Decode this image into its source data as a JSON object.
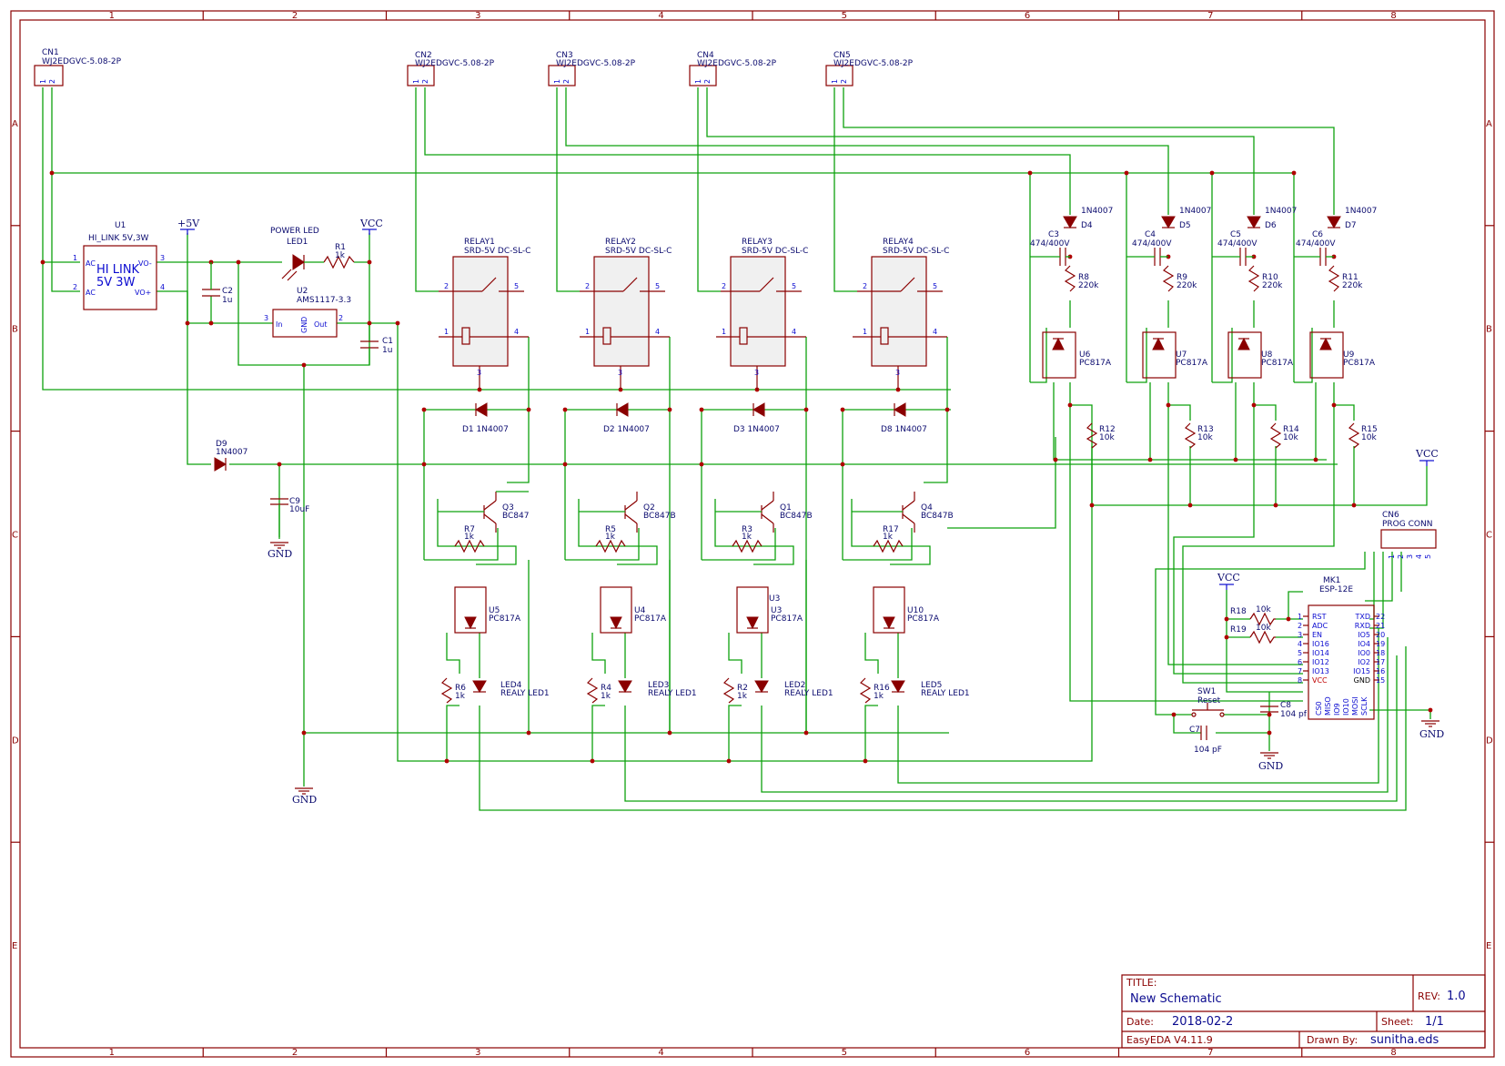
{
  "border": {
    "cols": [
      "1",
      "2",
      "3",
      "4",
      "5",
      "6",
      "7",
      "8"
    ],
    "rows": [
      "A",
      "B",
      "C",
      "D",
      "E"
    ]
  },
  "connectors": [
    {
      "ref": "CN1",
      "part": "WJ2EDGVC-5.08-2P"
    },
    {
      "ref": "CN2",
      "part": "WJ2EDGVC-5.08-2P"
    },
    {
      "ref": "CN3",
      "part": "WJ2EDGVC-5.08-2P"
    },
    {
      "ref": "CN4",
      "part": "WJ2EDGVC-5.08-2P"
    },
    {
      "ref": "CN5",
      "part": "WJ2EDGVC-5.08-2P"
    }
  ],
  "power": {
    "u1_ref": "U1",
    "u1_part": "HI_LINK 5V,3W",
    "u1_body1": "HI LINK",
    "u1_body2": "5V 3W",
    "u1_ac": "AC",
    "u1_vom": "VO-",
    "u1_vop": "VO+",
    "plus5v": "+5V",
    "vcc": "VCC",
    "gnd": "GND",
    "c2": "C2",
    "c2v": "1u",
    "c1": "C1",
    "c1v": "1u",
    "u2_ref": "U2",
    "u2_part": "AMS1117-3.3",
    "u2_in": "In",
    "u2_out": "Out",
    "u2_gnd": "GND",
    "led_title": "POWER LED",
    "led1": "LED1",
    "r1": "R1",
    "r1v": "1k",
    "d9": "D9",
    "d9v": "1N4007",
    "c9": "C9",
    "c9v": "10uF"
  },
  "relays": [
    {
      "ref": "RELAY1",
      "part": "SRD-5V DC-SL-C",
      "diode": "D1 1N4007",
      "q": "Q3",
      "qv": "BC847",
      "rb": "R7",
      "rbv": "1k",
      "u": "U5",
      "uv": "PC817A",
      "rl": "R6",
      "rlv": "1k",
      "led": "LED4",
      "ledv": "REALY LED1"
    },
    {
      "ref": "RELAY2",
      "part": "SRD-5V DC-SL-C",
      "diode": "D2 1N4007",
      "q": "Q2",
      "qv": "BC847B",
      "rb": "R5",
      "rbv": "1k",
      "u": "U4",
      "uv": "PC817A",
      "rl": "R4",
      "rlv": "1k",
      "led": "LED3",
      "ledv": "REALY LED1"
    },
    {
      "ref": "RELAY3",
      "part": "SRD-5V DC-SL-C",
      "diode": "D3 1N4007",
      "q": "Q1",
      "qv": "BC847B",
      "rb": "R3",
      "rbv": "1k",
      "u": "U3",
      "uv": "PC817A",
      "rl": "R2",
      "rlv": "1k",
      "led": "LED2",
      "ledv": "REALY LED1"
    },
    {
      "ref": "RELAY4",
      "part": "SRD-5V DC-SL-C",
      "diode": "D8 1N4007",
      "q": "Q4",
      "qv": "BC847B",
      "rb": "R17",
      "rbv": "1k",
      "u": "U10",
      "uv": "PC817A",
      "rl": "R16",
      "rlv": "1k",
      "led": "LED5",
      "ledv": "REALY LED1"
    }
  ],
  "sense": [
    {
      "d": "D4",
      "dv": "1N4007",
      "c": "C3",
      "cv": "474/400V",
      "r": "R8",
      "rv": "220k",
      "u": "U6",
      "uv": "PC817A",
      "rp": "R12",
      "rpv": "10k"
    },
    {
      "d": "D5",
      "dv": "1N4007",
      "c": "C4",
      "cv": "474/400V",
      "r": "R9",
      "rv": "220k",
      "u": "U7",
      "uv": "PC817A",
      "rp": "R13",
      "rpv": "10k"
    },
    {
      "d": "D6",
      "dv": "1N4007",
      "c": "C5",
      "cv": "474/400V",
      "r": "R10",
      "rv": "220k",
      "u": "U8",
      "uv": "PC817A",
      "rp": "R14",
      "rpv": "10k"
    },
    {
      "d": "D7",
      "dv": "1N4007",
      "c": "C6",
      "cv": "474/400V",
      "r": "R11",
      "rv": "220k",
      "u": "U9",
      "uv": "PC817A",
      "rp": "R15",
      "rpv": "10k"
    }
  ],
  "mcu": {
    "ref": "MK1",
    "part": "ESP-12E",
    "left_pins": [
      "RST",
      "ADC",
      "EN",
      "IO16",
      "IO14",
      "IO12",
      "IO13",
      "VCC"
    ],
    "right_pins": [
      "TXD",
      "RXD",
      "IO5",
      "IO4",
      "IO0",
      "IO2",
      "IO15",
      "GND"
    ],
    "right_nums": [
      "22",
      "21",
      "20",
      "19",
      "18",
      "17",
      "16",
      "15"
    ],
    "bottom_pins": [
      "CS0",
      "MISO",
      "IO9",
      "IO10",
      "MOSI",
      "SCLK"
    ],
    "prog_ref": "CN6",
    "prog_part": "PROG CONN",
    "r18": "R18",
    "r18v": "10k",
    "r19": "R19",
    "r19v": "10k",
    "sw": "SW1",
    "swv": "Reset",
    "c7": "C7",
    "c7v": "104 pF",
    "c8": "C8",
    "c8v": "104 pf"
  },
  "titleblock": {
    "title_label": "TITLE:",
    "title": "New Schematic",
    "rev_label": "REV:",
    "rev": "1.0",
    "date_label": "Date:",
    "date": "2018-02-2",
    "sheet_label": "Sheet:",
    "sheet": "1/1",
    "tool": "EasyEDA V4.11.9",
    "drawn_label": "Drawn By:",
    "drawn": "sunitha.eds"
  }
}
